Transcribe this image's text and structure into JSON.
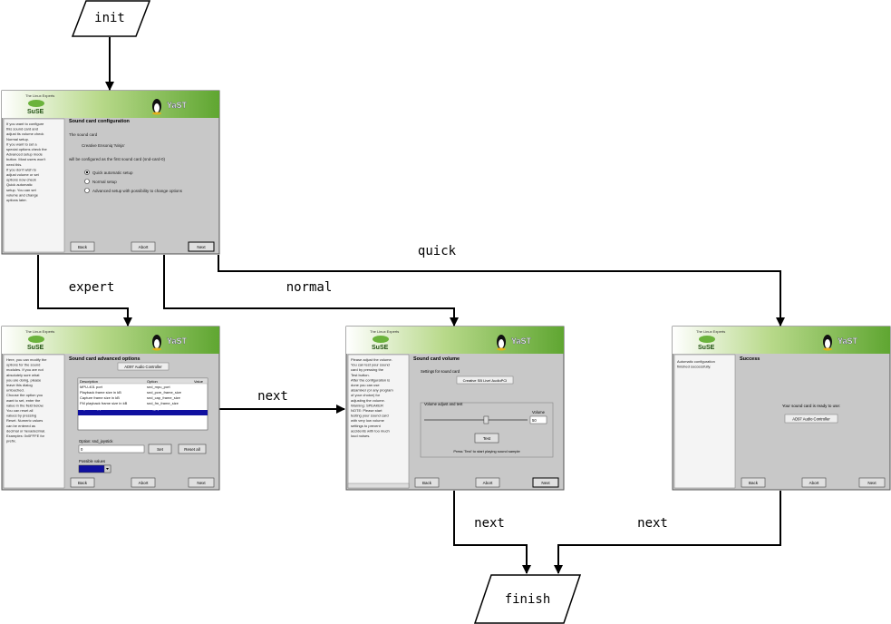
{
  "nodes": {
    "init": "init",
    "finish": "finish"
  },
  "edges": {
    "quick": "quick",
    "expert": "expert",
    "normal": "normal",
    "next_advanced": "next",
    "next_volume": "next",
    "next_success": "next"
  },
  "screens": {
    "config": {
      "brand": "The Linux Experts",
      "logo": "SuSE",
      "yast": "YaST",
      "help": [
        "If you want to configure",
        "this sound card and",
        "adjust its volume check",
        "Normal setup.",
        "If you want to set a",
        "special options check the",
        "Advanced setup mode",
        "button. Most users won't",
        "need this.",
        "If you don't wish to",
        "adjust volume or set",
        "options now check",
        "Quick automatic",
        "setup. You can set",
        "volume and change",
        "options later."
      ],
      "title": "Sound card configuration",
      "text1": "The sound card",
      "card": "Creative Ensoniq 'Ninja'",
      "text2": "will be configured as the first sound card (snd-card-0)",
      "opt1": "Quick automatic setup",
      "opt2": "Normal setup",
      "opt3": "Advanced setup with possibility to change options",
      "back": "Back",
      "abort": "Abort",
      "next": "Next"
    },
    "advanced": {
      "brand": "The Linux Experts",
      "logo": "SuSE",
      "yast": "YaST",
      "help": [
        "Here, you can modify the",
        "options for the sound",
        "modules. If you are not",
        "absolutely sure what",
        "you are doing, please",
        "leave this dialog",
        "untouched.",
        "Choose the option you",
        "want to set, enter the",
        "value in the field below.",
        "You can reset all",
        "values by pressing",
        "Reset. Numeric values",
        "can be entered as",
        "decimal or hexadecimal.",
        "Examples: 0x0FFFE for",
        "prefix."
      ],
      "title": "Sound card advanced options",
      "device": "AD97 Audio Controller",
      "col1": "Description",
      "col2": "Option",
      "col3": "Value",
      "rows": [
        [
          "MPU-401 port",
          "snd_mpu_port",
          ""
        ],
        [
          "Playback frame size in kB",
          "snd_pcm_frame_size",
          ""
        ],
        [
          "Capture frame size in kB",
          "snd_cap_frame_size",
          ""
        ],
        [
          "FM playback frame size in kB",
          "snd_fm_frame_size",
          ""
        ],
        [
          "Joystick support",
          "snd_joystick",
          "0"
        ]
      ],
      "option_label": "Option: snd_joystick",
      "option_value": "0",
      "set": "Set",
      "reset_all": "Reset all",
      "possible": "Possible values",
      "possible_value": "",
      "back": "Back",
      "abort": "Abort",
      "next": "Next"
    },
    "volume": {
      "brand": "The Linux Experts",
      "logo": "SuSE",
      "yast": "YaST",
      "help": [
        "Please adjust the volume.",
        "You can test your sound",
        "card by pressing the",
        "Test button.",
        "After the configuration is",
        "done you can use",
        "alsamixer (or any program",
        "of your choice) for",
        "adjusting the volume.",
        "Warning: SPEAKER",
        "NOTE: Please start",
        "testing your sound card",
        "with very low volume",
        "settings to prevent",
        "accidents with too much",
        "loud noises."
      ],
      "title": "Sound card volume",
      "settings_label": "Settings for sound card",
      "card": "Creative SB Live! AudioPCI",
      "frame": "Volume adjust and test",
      "vol_label": "Volume",
      "vol_value": "50",
      "test": "Test",
      "hint": "Press 'Test' to start playing sound sample",
      "volume_level": 0.6,
      "back": "Back",
      "abort": "Abort",
      "next": "Next"
    },
    "success": {
      "brand": "The Linux Experts",
      "logo": "SuSE",
      "yast": "YaST",
      "help": [
        "Automatic configuration",
        "finished successfully."
      ],
      "title": "Success",
      "message": "Your sound card is ready to use:",
      "card": "AD97 Audio Controller",
      "back": "Back",
      "abort": "Abort",
      "next": "Next"
    }
  }
}
